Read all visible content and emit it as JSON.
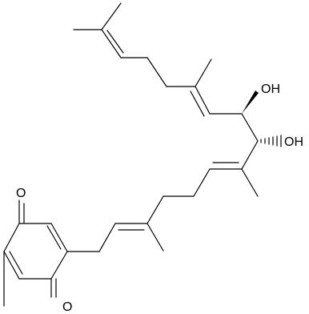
{
  "labels": {
    "hydroxyl_top": "OH",
    "hydroxyl_bottom": "OH",
    "oxygen_left": "O",
    "oxygen_bottom": "O"
  },
  "colors": {
    "line": "#000000",
    "background": "#ffffff"
  }
}
